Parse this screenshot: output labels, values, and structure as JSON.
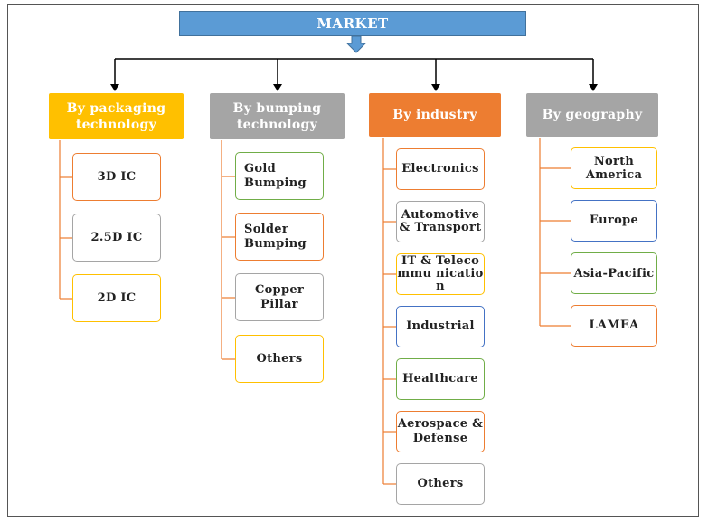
{
  "title": "MARKET",
  "colors": {
    "market": "#5b9bd5",
    "packaging": "#ffc000",
    "bumping": "#a5a5a5",
    "industry": "#ed7d31",
    "geography": "#a5a5a5",
    "orange_border": "#ed7d31",
    "grey_border": "#a5a5a5",
    "yellow_border": "#ffc000",
    "blue_border": "#4472c4",
    "green_border": "#70ad47"
  },
  "categories": [
    {
      "label": "By packaging technology",
      "items": [
        "3D IC",
        "2.5D IC",
        "2D IC"
      ]
    },
    {
      "label": "By bumping technology",
      "items": [
        "Gold Bumping",
        "Solder Bumping",
        "Copper Pillar",
        "Others"
      ]
    },
    {
      "label": "By industry",
      "items": [
        "Electronics",
        "Automotive & Transport",
        "IT & Telecommu nication",
        "Industrial",
        "Healthcare",
        "Aerospace & Defense",
        "Others"
      ]
    },
    {
      "label": "By geography",
      "items": [
        "North America",
        "Europe",
        "Asia-Pacific",
        "LAMEA"
      ]
    }
  ]
}
